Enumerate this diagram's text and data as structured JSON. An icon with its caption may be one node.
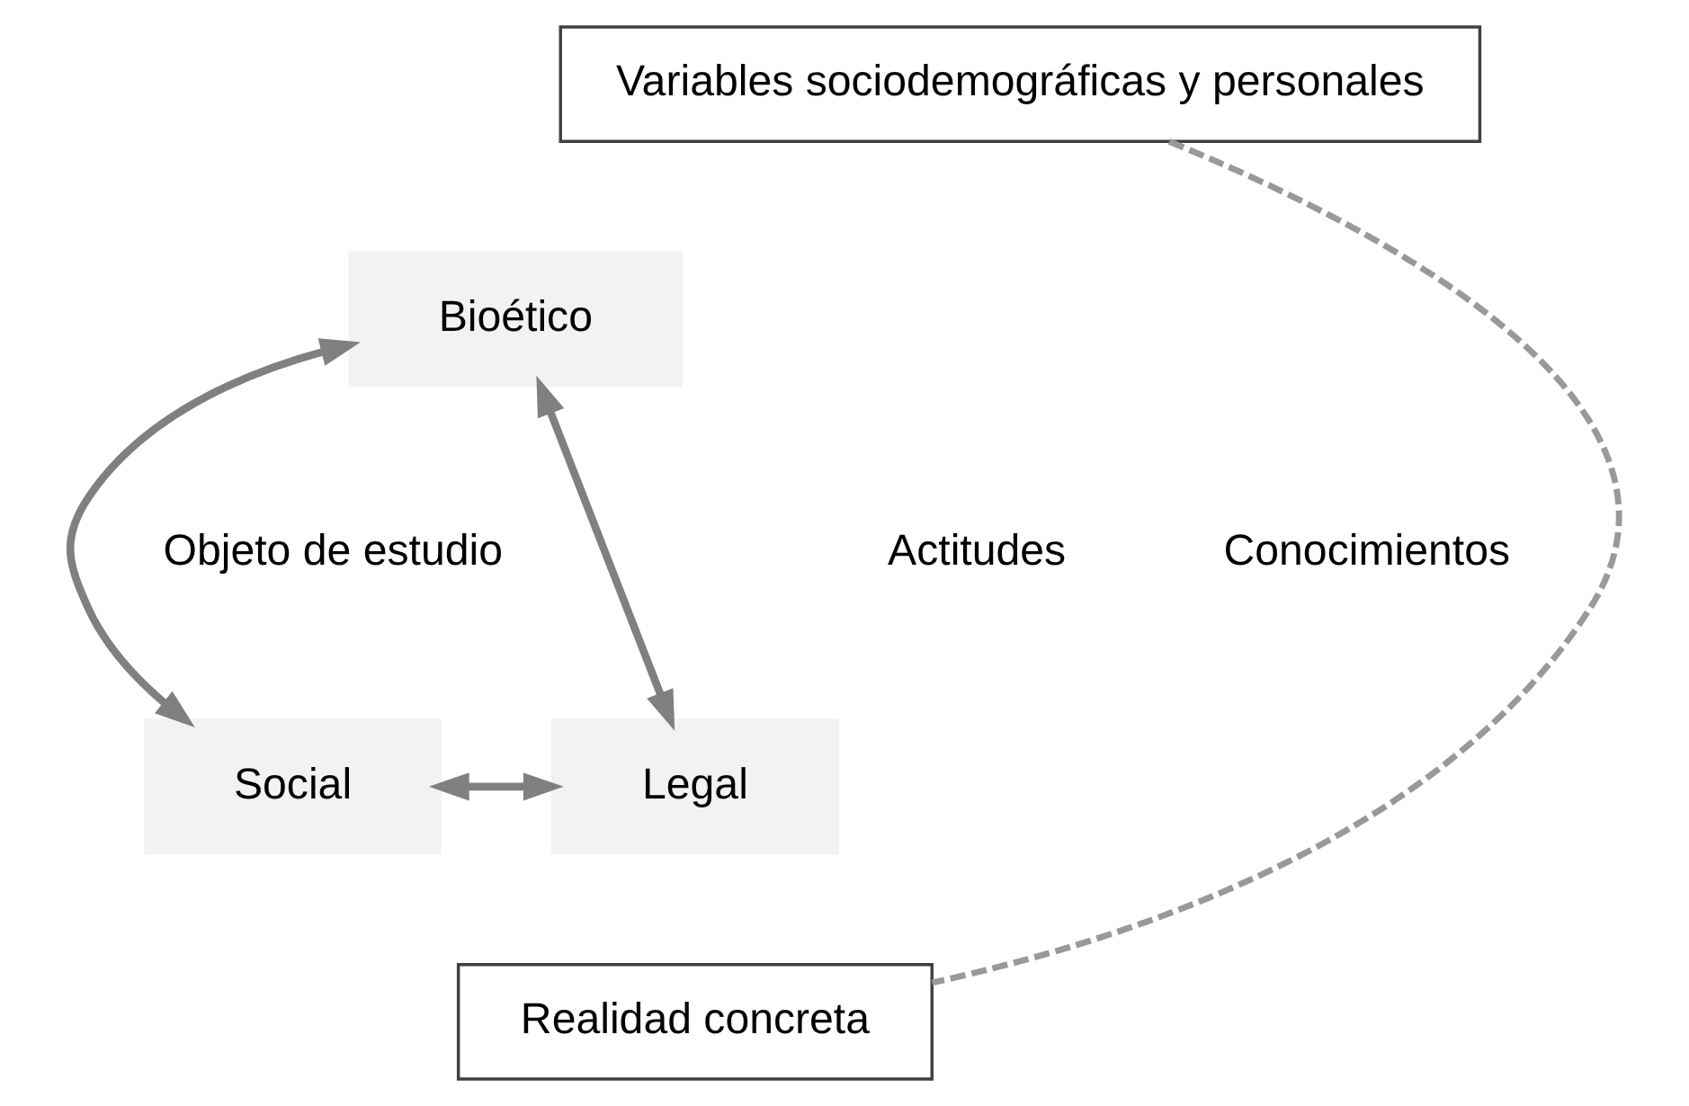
{
  "diagram": {
    "nodes": [
      {
        "text": [
          "Variables sociodemográficas y personales"
        ]
      },
      {
        "text": [
          "Bioético"
        ]
      },
      {
        "text": [
          "Social"
        ]
      },
      {
        "text": [
          "Legal"
        ]
      },
      {
        "text": [
          "Realidad concreta"
        ]
      }
    ],
    "edges": [
      {
        "from": 1,
        "to": 2,
        "arrow": "both"
      },
      {
        "from": 1,
        "to": 3,
        "arrow": "both"
      },
      {
        "from": 2,
        "to": 3,
        "arrow": "both"
      },
      {
        "from": 0,
        "to": 4,
        "arrow": "none",
        "style": "dashed",
        "color": "#999999"
      }
    ],
    "labels": [
      "Actitudes",
      "Objeto de estudio",
      "Conocimientos"
    ]
  }
}
